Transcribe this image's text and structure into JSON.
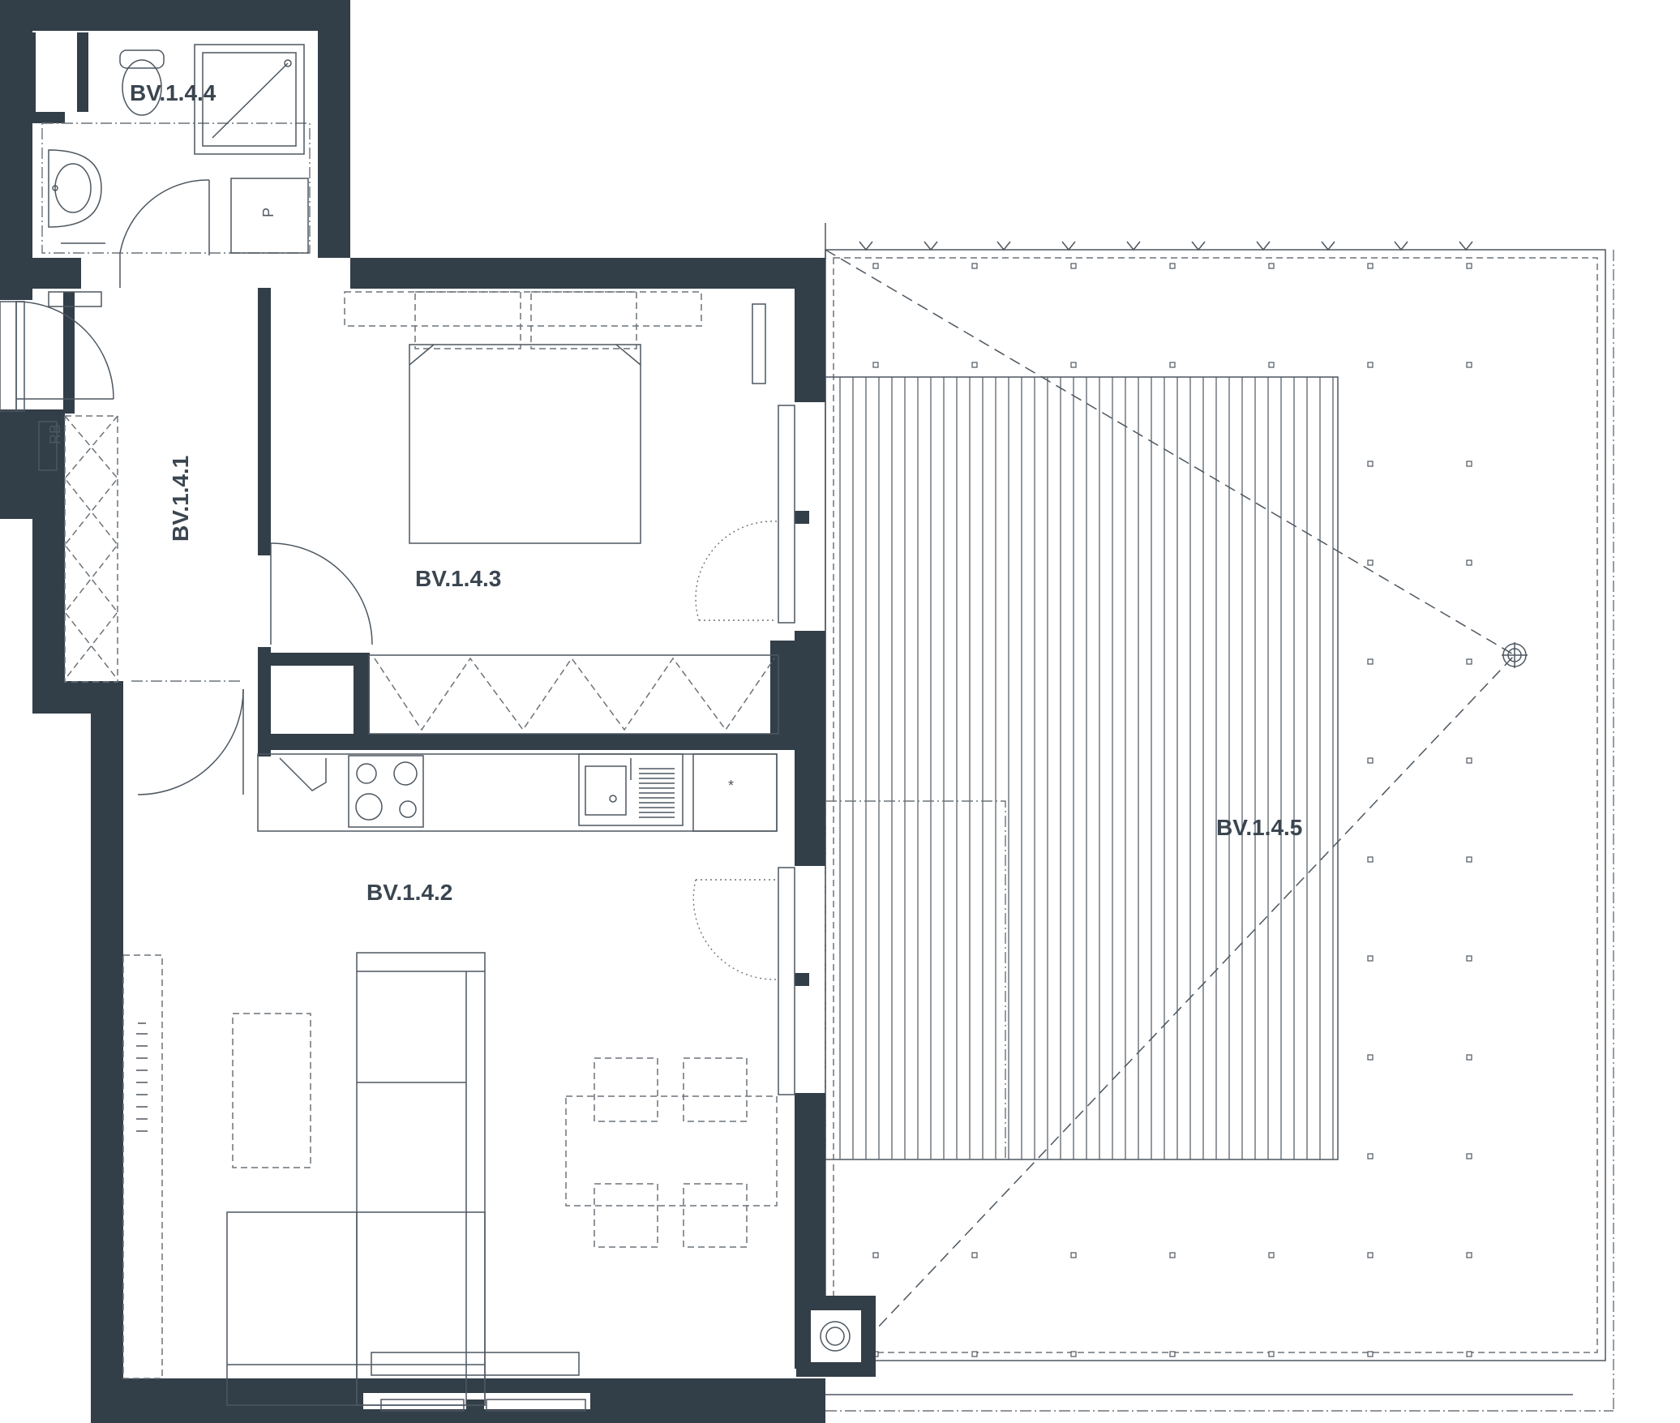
{
  "rooms": [
    {
      "id": "BV.1.4.4",
      "label": "BV.1.4.4"
    },
    {
      "id": "BV.1.4.1",
      "label": "BV.1.4.1"
    },
    {
      "id": "BV.1.4.3",
      "label": "BV.1.4.3"
    },
    {
      "id": "BV.1.4.2",
      "label": "BV.1.4.2"
    },
    {
      "id": "BV.1.4.5",
      "label": "BV.1.4.5"
    }
  ],
  "markers": {
    "rb": "RB",
    "p": "P",
    "star": "*"
  },
  "colors": {
    "wall": "#323e48",
    "line": "#4d5760",
    "label": "#3a4550"
  }
}
